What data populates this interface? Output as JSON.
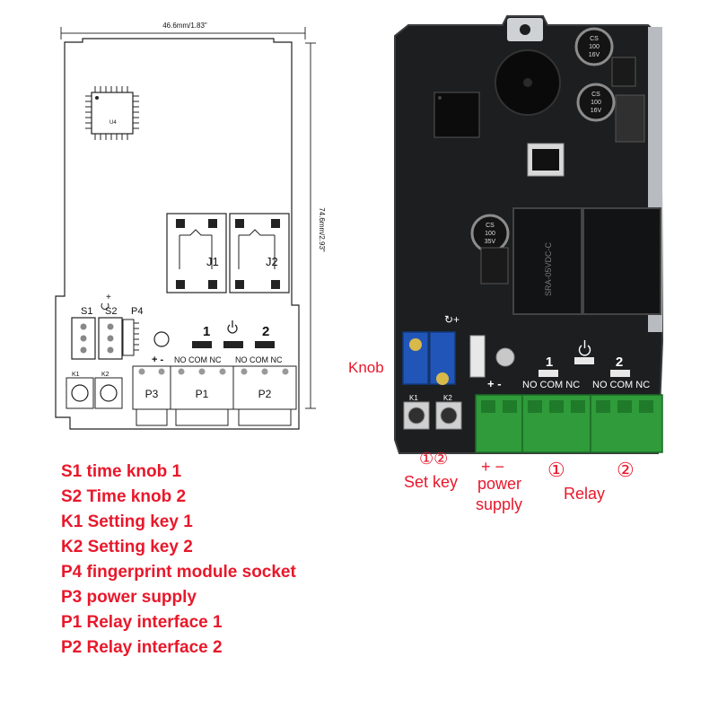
{
  "schematic": {
    "width_dim": "46.6mm/1.83\"",
    "height_dim": "74.6mm/2.93\"",
    "chip_label": "U4",
    "relay_labels": [
      "J1",
      "J2"
    ],
    "switch_labels": [
      "S1",
      "S2"
    ],
    "socket_label": "P4",
    "key_labels": [
      "K1",
      "K2"
    ],
    "port_labels": [
      "P3",
      "P1",
      "P2"
    ],
    "relay_numbers": [
      "1",
      "2"
    ],
    "contact_label": "NO COM NC",
    "polarity": "+ -"
  },
  "photo": {
    "cap_text_1": [
      "CS",
      "100",
      "16V"
    ],
    "cap_text_2": [
      "CS",
      "100",
      "16V"
    ],
    "cap_text_3": [
      "CS",
      "100",
      "35V"
    ],
    "relay_text": "SRA-05VDC-C",
    "relay_numbers": [
      "1",
      "2"
    ],
    "contact_label": "NO COM NC",
    "key_labels": [
      "K1",
      "K2"
    ],
    "polarity": "+ -"
  },
  "annotations": {
    "knob": "Knob",
    "set_key_numbers": "①②",
    "set_key": "Set key",
    "power_polarity": "+ −",
    "power": "power",
    "supply": "supply",
    "relay_numbers": [
      "①",
      "②"
    ],
    "relay": "Relay"
  },
  "legend": [
    "S1 time knob 1",
    "S2 Time knob 2",
    "K1 Setting key 1",
    "K2 Setting key 2",
    "P4 fingerprint module socket",
    "P3 power supply",
    "P1 Relay interface 1",
    "P2 Relay interface 2"
  ],
  "colors": {
    "annotation_red": "#e8182b",
    "board_dark": "#1c1e20",
    "terminal_green": "#2f9b3a",
    "trimmer_blue": "#2156b8"
  }
}
